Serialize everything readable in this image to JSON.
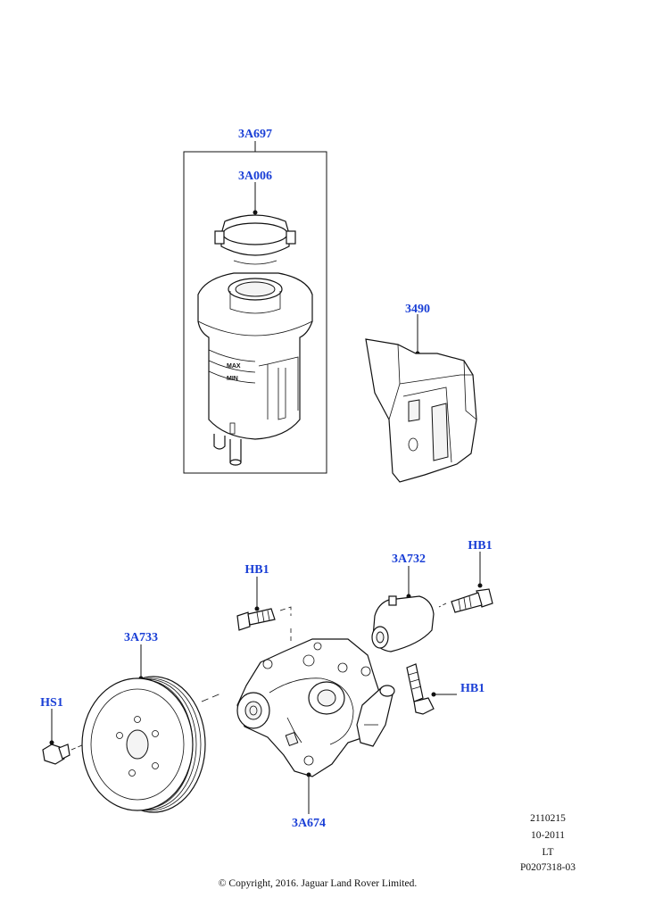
{
  "callouts": {
    "c_3a697": "3A697",
    "c_3a006": "3A006",
    "c_3490": "3490",
    "c_hb1_a": "HB1",
    "c_3a732": "3A732",
    "c_hb1_b": "HB1",
    "c_hb1_c": "HB1",
    "c_3a733": "3A733",
    "c_hs1": "HS1",
    "c_3a674": "3A674"
  },
  "reservoir_marks": {
    "max": "MAX",
    "min": "MIN"
  },
  "info_block": {
    "line1": "2110215",
    "line2": "10-2011",
    "line3": "LT",
    "line4": "P0207318-03"
  },
  "copyright": "© Copyright, 2016. Jaguar Land Rover Limited.",
  "colors": {
    "callout": "#1a3fd6",
    "line": "#111111",
    "background": "#ffffff"
  }
}
